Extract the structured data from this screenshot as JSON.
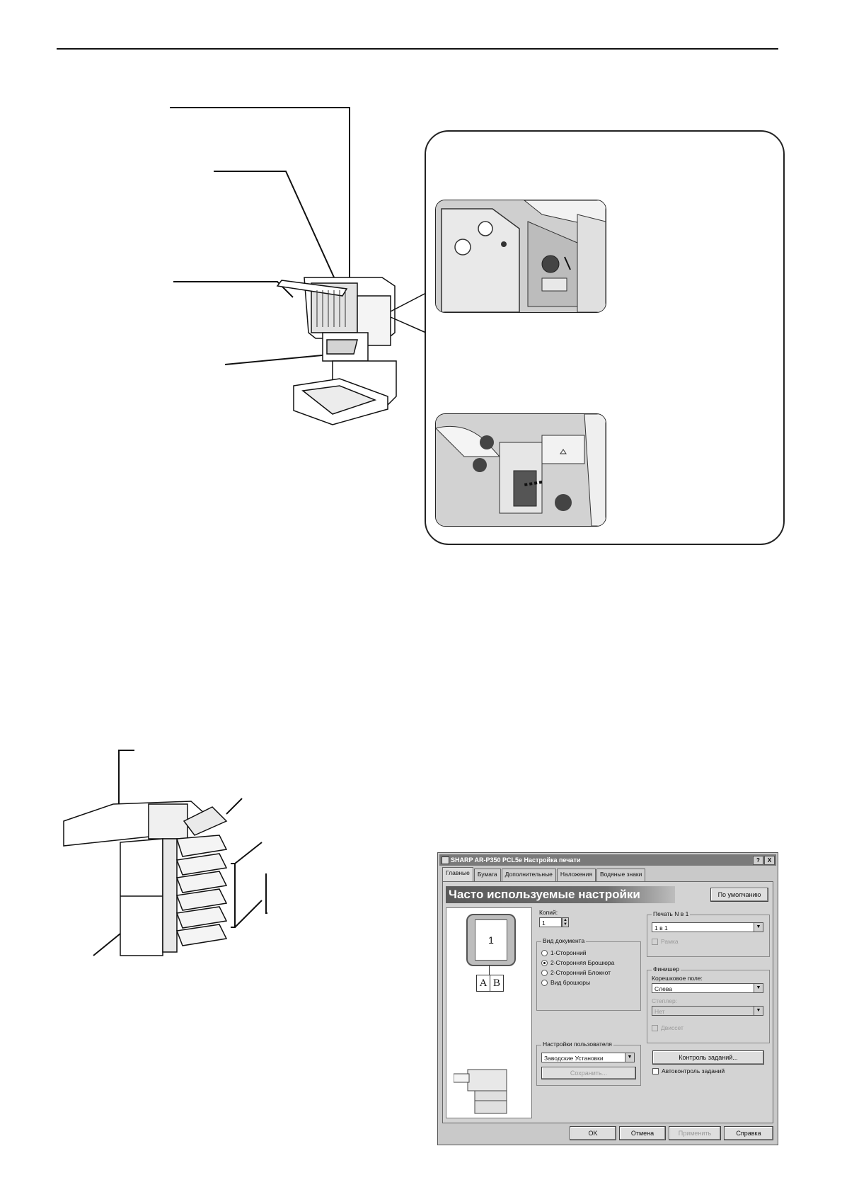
{
  "figures": {
    "finisher_illustration": "finisher-illustration",
    "staple_photo_upper": "staple-cartridge-photo-upper",
    "staple_photo_lower": "staple-cartridge-photo-lower",
    "mailbox_illustration": "mailbox-sorter-illustration"
  },
  "dialog": {
    "title": "SHARP AR-P350 PCL5e Настройка печати",
    "help_button": "?",
    "close_button": "X",
    "tabs": [
      {
        "label": "Главные",
        "active": true
      },
      {
        "label": "Бумага",
        "active": false
      },
      {
        "label": "Дополнительные",
        "active": false
      },
      {
        "label": "Наложения",
        "active": false
      },
      {
        "label": "Водяные знаки",
        "active": false
      }
    ],
    "banner": "Часто используемые настройки",
    "defaults_button": "По умолчанию",
    "preview": {
      "page_number": "1",
      "booklet_left": "A",
      "booklet_right": "B"
    },
    "copies": {
      "label": "Копий:",
      "value": "1"
    },
    "document_type": {
      "label": "Вид документа",
      "options": [
        {
          "label": "1-Сторонний",
          "selected": false
        },
        {
          "label": "2-Сторонняя Брошюра",
          "selected": true
        },
        {
          "label": "2-Сторонний Блокнот",
          "selected": false
        },
        {
          "label": "Вид брошюры",
          "selected": false
        }
      ]
    },
    "n_up": {
      "label": "Печать N в 1",
      "value": "1 в 1",
      "border_label": "Рамка"
    },
    "finisher": {
      "label": "Финишер",
      "binding_label": "Корешковое поле:",
      "binding_value": "Слева",
      "stapler_label": "Степлер:",
      "stapler_value": "Нет",
      "offset_label": "Двиссет"
    },
    "user_settings": {
      "label": "Настройки пользователя",
      "value": "Заводские Установки",
      "save_button": "Сохранить..."
    },
    "job_control_button": "Контроль заданий...",
    "auto_job_control_label": "Автоконтроль заданий",
    "footer": {
      "ok": "OK",
      "cancel": "Отмена",
      "apply": "Применить",
      "help": "Справка"
    }
  }
}
